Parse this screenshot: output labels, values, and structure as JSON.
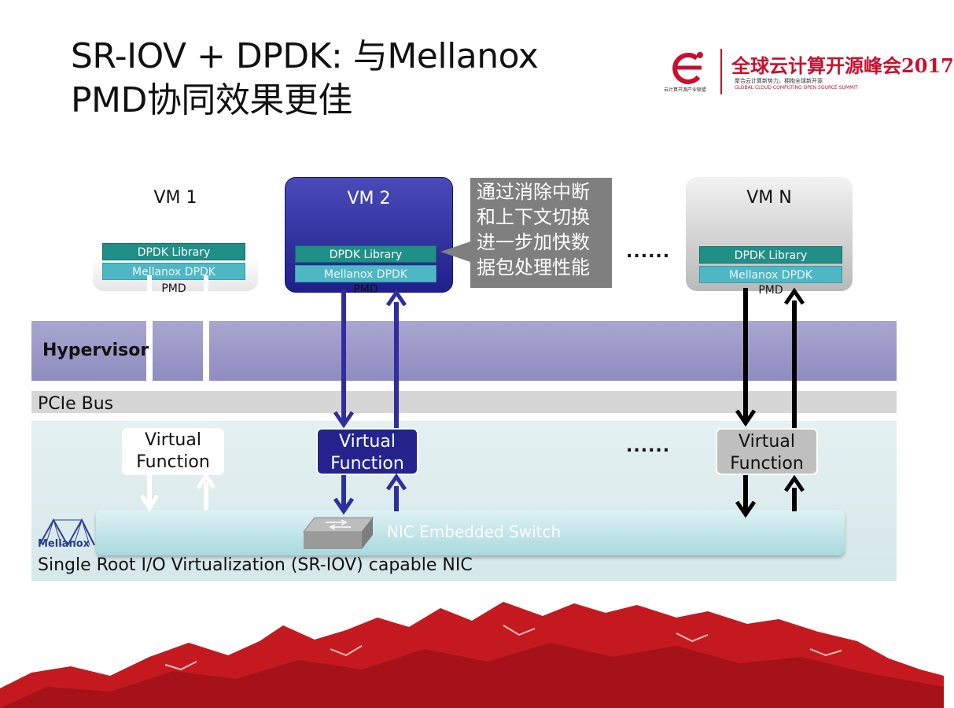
{
  "title": {
    "line1": "SR-IOV + DPDK: 与Mellanox",
    "line2": "PMD协同效果更佳"
  },
  "logo": {
    "summit_cn": "全球云计算开源峰会2017",
    "tagline": "聚合云计算新势力，拥抱全球新开源",
    "tagline_en": "GLOBAL CLOUD COMPUTING OPEN SOURCE SUMMIT",
    "org": "云计算开源产业联盟"
  },
  "vms": [
    {
      "label": "VM 1",
      "library": "DPDK Library",
      "pmd_top": "Mellanox DPDK",
      "pmd_bottom": "PMD"
    },
    {
      "label": "VM 2",
      "library": "DPDK Library",
      "pmd_top": "Mellanox DPDK",
      "pmd_bottom": "PMD"
    },
    {
      "label": "VM N",
      "library": "DPDK Library",
      "pmd_top": "Mellanox DPDK",
      "pmd_bottom": "PMD"
    }
  ],
  "callout": {
    "lines": [
      "通过消除中断",
      "和上下文切换",
      "进一步加快数",
      "据包处理性能"
    ]
  },
  "ellipsis": "......",
  "hypervisor": "Hypervisor",
  "pcie_bus": "PCIe Bus",
  "virtual_functions": [
    {
      "line1": "Virtual",
      "line2": "Function"
    },
    {
      "line1": "Virtual",
      "line2": "Function"
    },
    {
      "line1": "Virtual",
      "line2": "Function"
    }
  ],
  "nic_switch": "NIC Embedded Switch",
  "nic_label": "Single Root I/O Virtualization (SR-IOV) capable NIC",
  "mellanox_logo": "Mellanox",
  "colors": {
    "vm2": "#24248c",
    "arrow_blue": "#2e2e9e",
    "arrow_black": "#000000",
    "library": "#1f8f87",
    "pmd": "#4fb6c4",
    "hypervisor": "#a9a6d0",
    "accent_red": "#c8102e"
  }
}
